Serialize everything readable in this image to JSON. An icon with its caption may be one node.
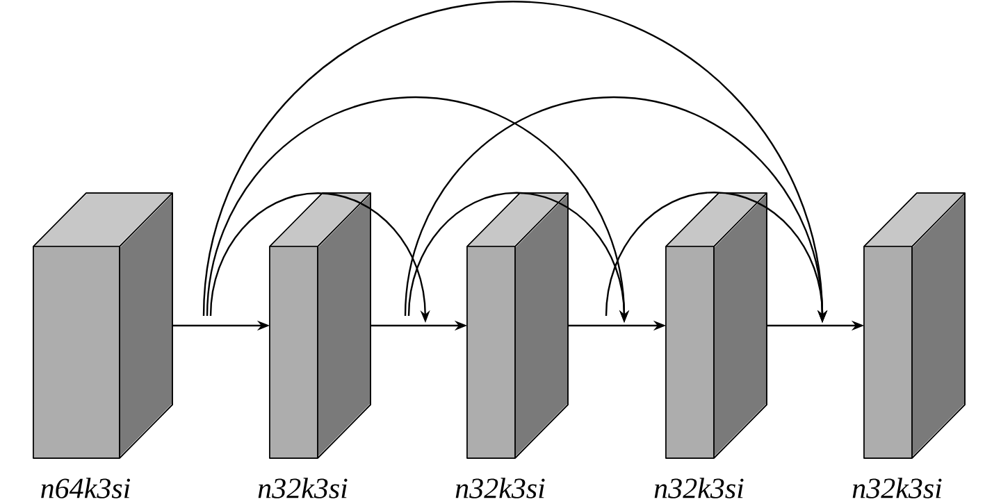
{
  "diagram": {
    "nodes": [
      {
        "text": [
          "n64k3si"
        ]
      },
      {
        "text": [
          "n32k3si"
        ]
      },
      {
        "text": [
          "n32k3si"
        ]
      },
      {
        "text": [
          "n32k3si"
        ]
      },
      {
        "text": [
          "n32k3si"
        ]
      }
    ],
    "edges": [
      {
        "from": 0,
        "to": 1,
        "arrow": "to"
      },
      {
        "from": 1,
        "to": 2,
        "arrow": "to"
      },
      {
        "from": 2,
        "to": 3,
        "arrow": "to"
      },
      {
        "from": 3,
        "to": 4,
        "arrow": "to"
      },
      {
        "from": 0,
        "to": 2,
        "arrow": "to"
      },
      {
        "from": 0,
        "to": 3,
        "arrow": "to"
      },
      {
        "from": 0,
        "to": 4,
        "arrow": "to"
      },
      {
        "from": 1,
        "to": 3,
        "arrow": "to"
      },
      {
        "from": 1,
        "to": 4,
        "arrow": "to"
      },
      {
        "from": 2,
        "to": 4,
        "arrow": "to"
      }
    ]
  }
}
